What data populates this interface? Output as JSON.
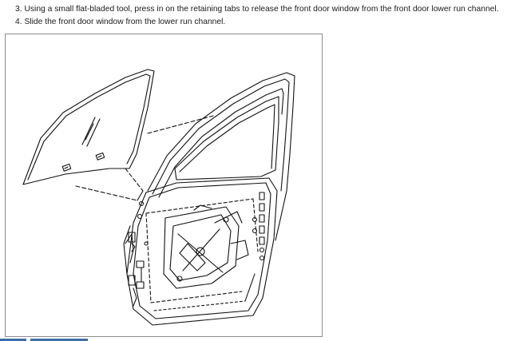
{
  "instructions": {
    "steps": [
      {
        "text": "3. Using a small flat-bladed tool, press in on the retaining tabs to release the front door window from the front door lower run channel."
      },
      {
        "text": "4. Slide the front door window from the lower run channel."
      }
    ]
  },
  "figure": {
    "content": "door-window-removal-illustration"
  },
  "colors": {
    "text": "#1a1a1a",
    "frame_border": "#8c8c8c",
    "line_art": "#111111",
    "tab_accent": "#3a6ea8"
  }
}
